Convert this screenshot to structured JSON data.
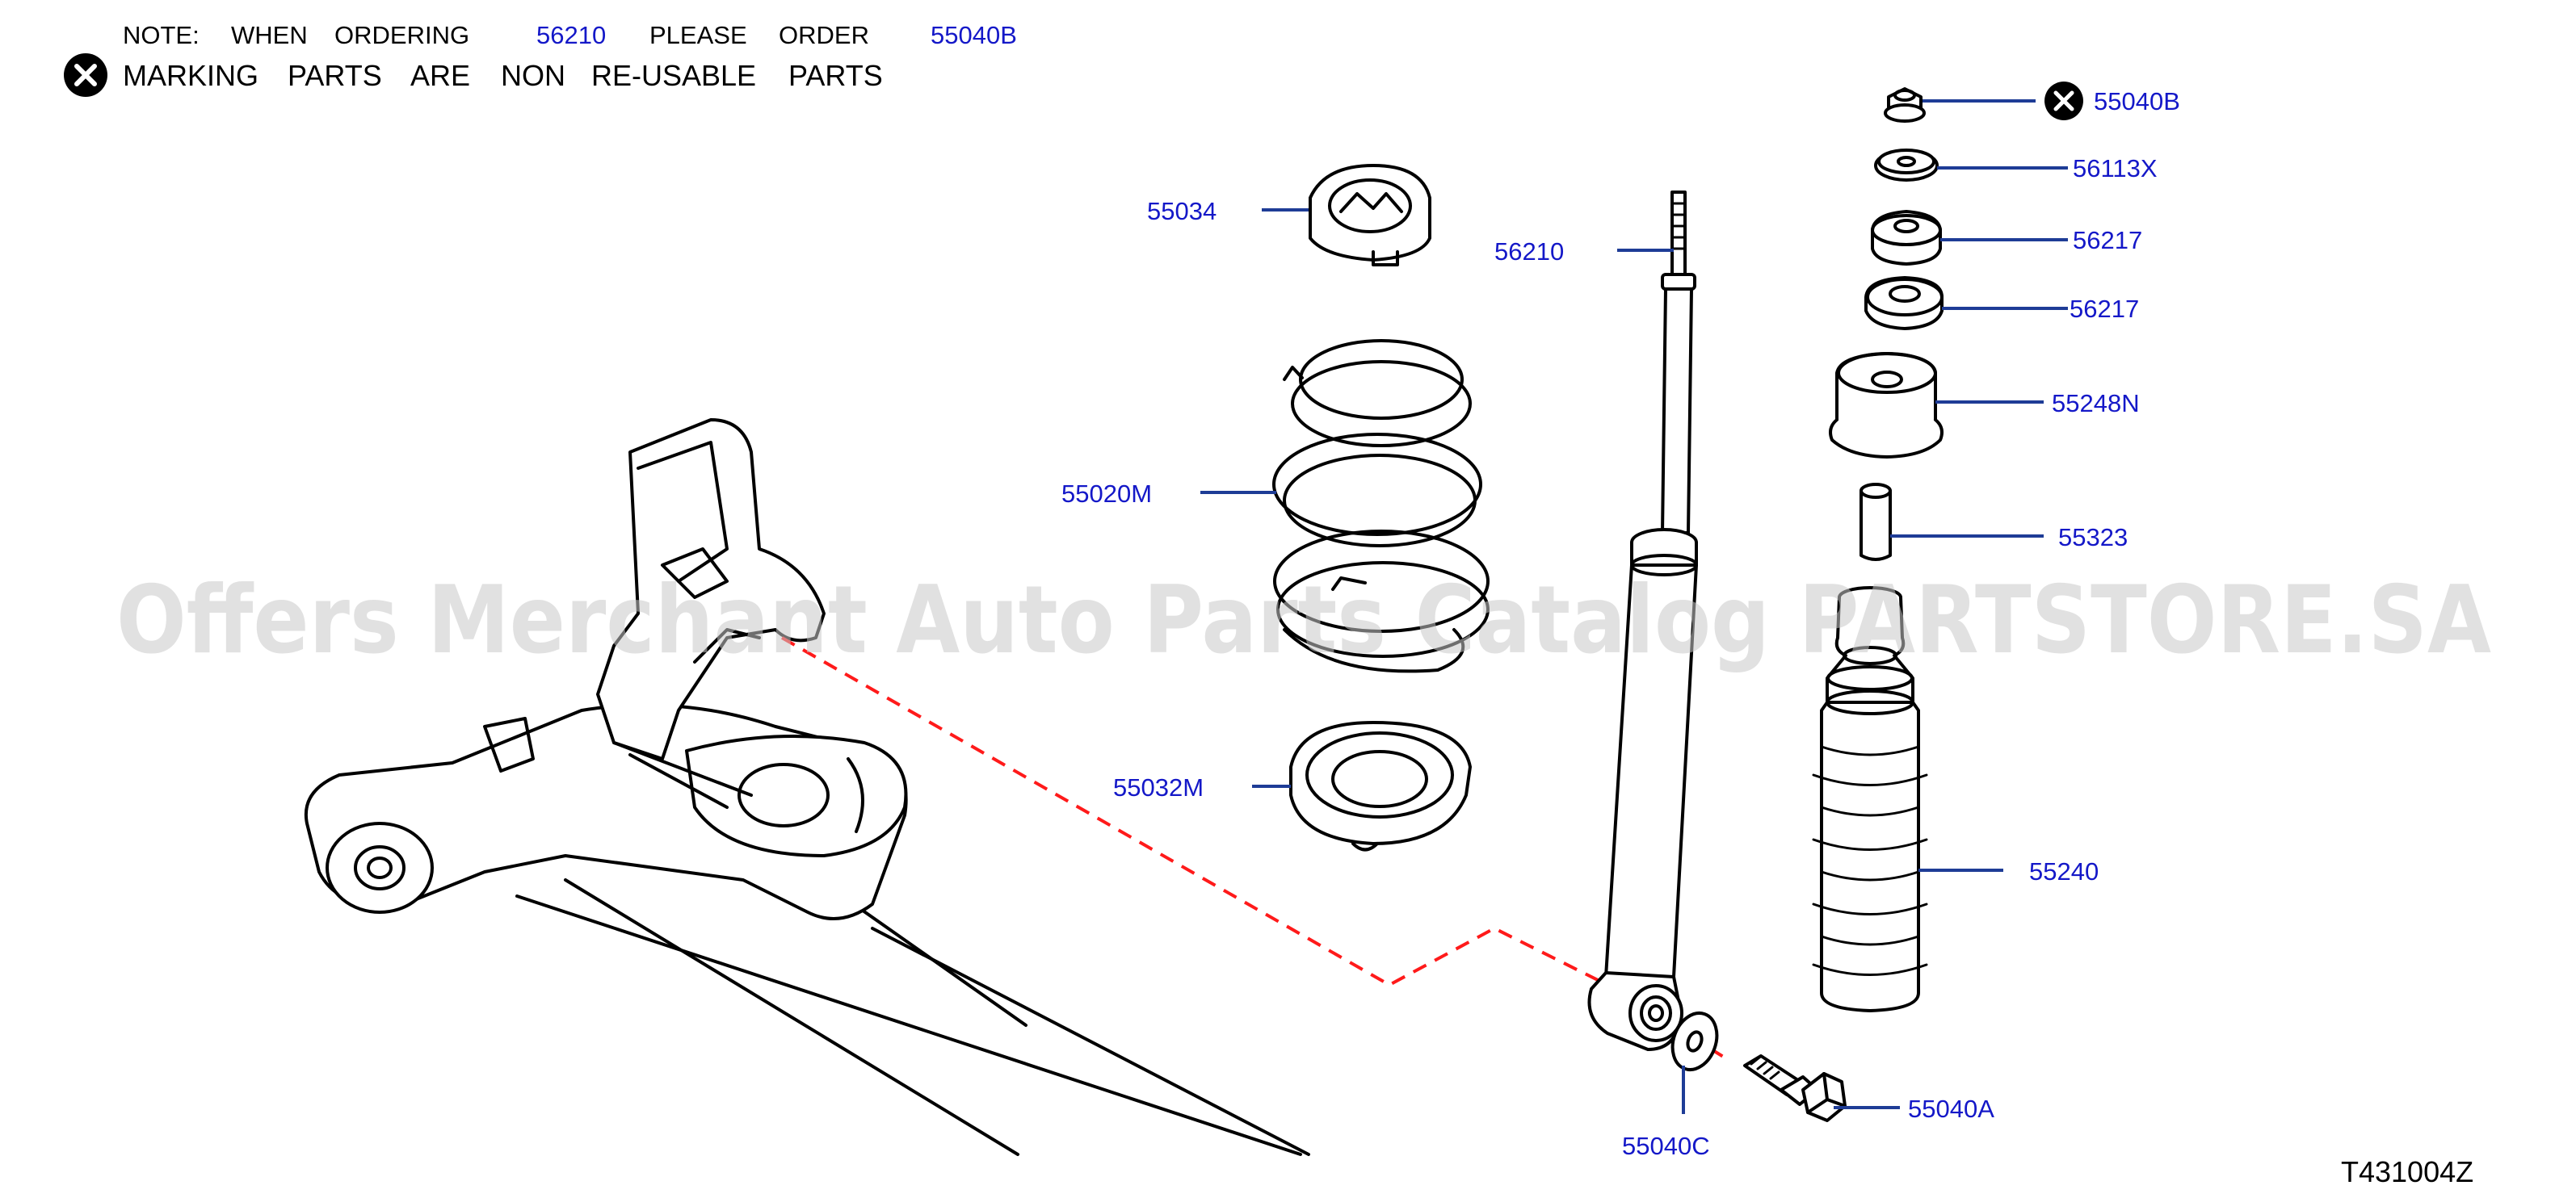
{
  "note": {
    "line1": [
      "NOTE:",
      "WHEN",
      "ORDERING"
    ],
    "part_a": "56210",
    "please": [
      "PLEASE",
      "ORDER"
    ],
    "part_b": "55040B",
    "line2": [
      "MARKING",
      "PARTS",
      "ARE",
      "NON",
      "RE-USABLE",
      "PARTS"
    ]
  },
  "watermark": "Offers Merchant Auto Parts Catalog PARTSTORE.SA",
  "diagram_code": "T431004Z",
  "labels": {
    "p55040B": "55040B",
    "p56113X": "56113X",
    "p56217a": "56217",
    "p56217b": "56217",
    "p55248N": "55248N",
    "p55323": "55323",
    "p55240": "55240",
    "p55034": "55034",
    "p56210": "56210",
    "p55020M": "55020M",
    "p55032M": "55032M",
    "p55040C": "55040C",
    "p55040A": "55040A"
  },
  "colors": {
    "label_blue": "#1418c8",
    "leader": "#1e3c96",
    "dashed_red": "#ff1a1a"
  },
  "icons": {
    "non_reusable": "x-circle-icon"
  }
}
